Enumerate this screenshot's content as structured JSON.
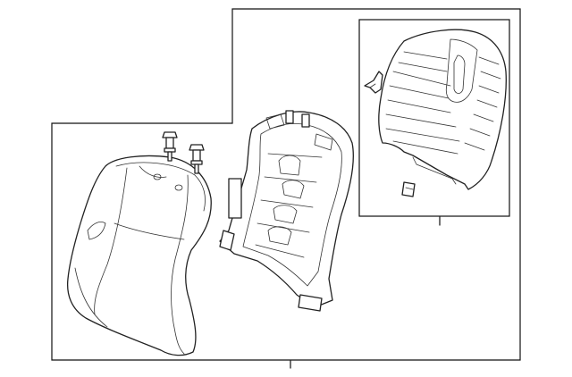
{
  "diagram": {
    "parts": [
      {
        "id": "seat-back-cover"
      },
      {
        "id": "seat-back-frame"
      },
      {
        "id": "headrest-guide-left"
      },
      {
        "id": "headrest-guide-right"
      },
      {
        "id": "back-panel"
      },
      {
        "id": "clip-upper"
      },
      {
        "id": "clip-lower"
      }
    ]
  }
}
